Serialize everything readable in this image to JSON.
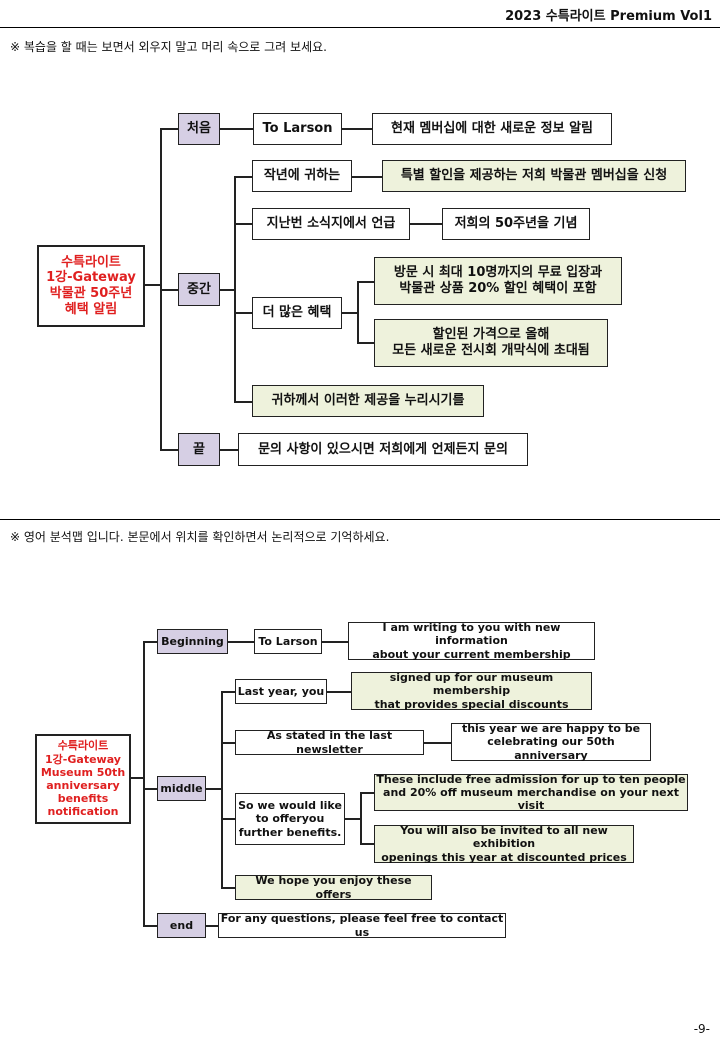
{
  "header": {
    "title": "2023 수특라이트 Premium Vol1"
  },
  "notes": {
    "top": "※ 복습을 할 때는 보면서 외우지 말고 머리 속으로 그려 보세요.",
    "bottom": "※ 영어 분석맵 입니다. 본문에서 위치를 확인하면서 논리적으로 기억하세요."
  },
  "korean_map": {
    "root": "수특라이트\n1강-Gateway\n박물관 50주년\n혜택 알림",
    "beginning": "처음",
    "middle": "중간",
    "end": "끝",
    "to": "To Larson",
    "purpose": "현재 멤버십에 대한 새로운 정보 알림",
    "last_year": "작년에 귀하는",
    "signed_up": "특별 할인을 제공하는 저희 박물관 멤버십을 신청",
    "newsletter": "지난번 소식지에서 언급",
    "anniversary": "저희의 50주년을 기념",
    "more_benefits": "더 많은 혜택",
    "benefit1": "방문 시 최대 10명까지의 무료 입장과\n박물관 상품 20% 할인 혜택이 포함",
    "benefit2": "할인된 가격으로 올해\n모든 새로운 전시회 개막식에 초대됨",
    "enjoy": "귀하께서 이러한 제공을 누리시기를",
    "contact": "문의 사항이 있으시면 저희에게 언제든지 문의"
  },
  "english_map": {
    "root": "수특라이트\n1강-Gateway\nMuseum 50th\nanniversary\nbenefits\nnotification",
    "beginning": "Beginning",
    "middle": "middle",
    "end": "end",
    "to": "To Larson",
    "purpose": "I am writing to you with new information\nabout your current membership",
    "last_year": "Last year, you",
    "signed_up": "signed up for our museum membership\nthat provides special discounts",
    "newsletter": "As stated in the last newsletter",
    "anniversary": "this year we are happy to be\ncelebrating our 50th anniversary",
    "more_benefits": "So we would like\nto offeryou\nfurther benefits.",
    "benefit1": "These include free admission for up to ten people\nand 20% off museum merchandise on your next visit",
    "benefit2": "You will also be invited to all new exhibition\nopenings this year at discounted prices",
    "enjoy": "We hope you enjoy these offers",
    "contact": "For any questions, please feel free to contact us"
  },
  "page_number": "-9-"
}
